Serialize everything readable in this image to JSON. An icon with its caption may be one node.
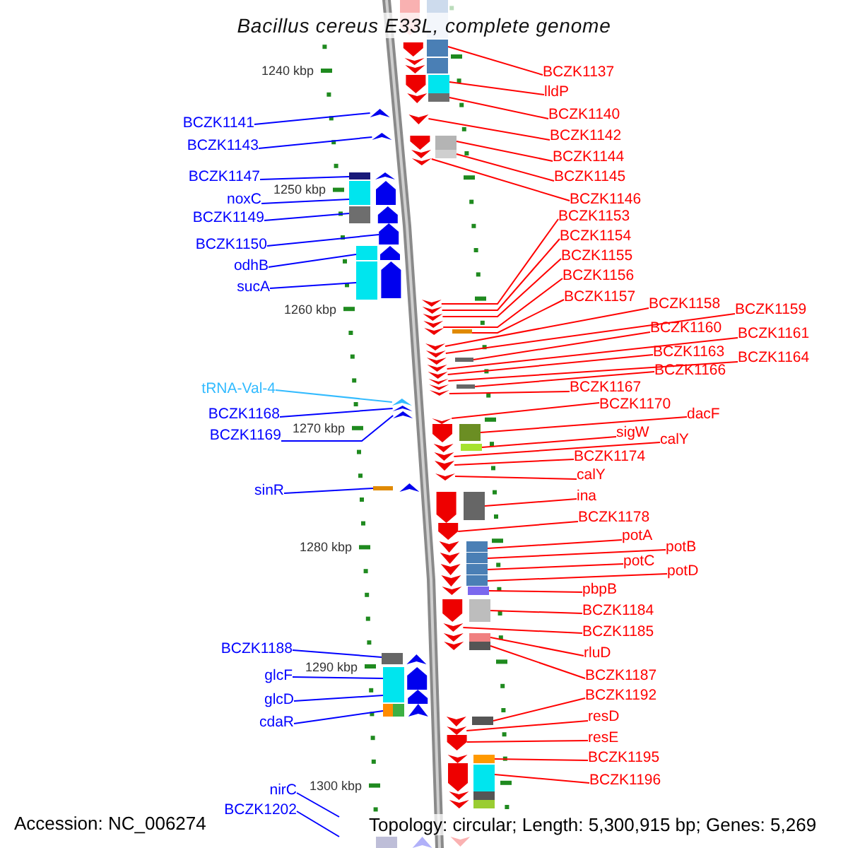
{
  "diagram": {
    "title": "Bacillus cereus E33L, complete genome",
    "nodes": [
      {
        "text": [
          "BCZK1137"
        ]
      },
      {
        "text": [
          "lldP"
        ]
      },
      {
        "text": [
          "BCZK1140"
        ]
      },
      {
        "text": [
          "BCZK1141"
        ]
      },
      {
        "text": [
          "BCZK1142"
        ]
      },
      {
        "text": [
          "BCZK1143"
        ]
      },
      {
        "text": [
          "BCZK1144"
        ]
      },
      {
        "text": [
          "BCZK1145"
        ]
      },
      {
        "text": [
          "BCZK1147"
        ]
      },
      {
        "text": [
          "noxC"
        ]
      },
      {
        "text": [
          "BCZK1146"
        ]
      },
      {
        "text": [
          "BCZK1153"
        ]
      },
      {
        "text": [
          "BCZK1149"
        ]
      },
      {
        "text": [
          "BCZK1154"
        ]
      },
      {
        "text": [
          "BCZK1150"
        ]
      },
      {
        "text": [
          "BCZK1155"
        ]
      },
      {
        "text": [
          "odhB"
        ]
      },
      {
        "text": [
          "BCZK1156"
        ]
      },
      {
        "text": [
          "sucA"
        ]
      },
      {
        "text": [
          "BCZK1157"
        ]
      },
      {
        "text": [
          "BCZK1158"
        ]
      },
      {
        "text": [
          "BCZK1159"
        ]
      },
      {
        "text": [
          "BCZK1160"
        ]
      },
      {
        "text": [
          "BCZK1161"
        ]
      },
      {
        "text": [
          "BCZK1163"
        ]
      },
      {
        "text": [
          "BCZK1164"
        ]
      },
      {
        "text": [
          "BCZK1166"
        ]
      },
      {
        "text": [
          "BCZK1167"
        ]
      },
      {
        "text": [
          "tRNA-Val-4"
        ]
      },
      {
        "text": [
          "BCZK1170"
        ]
      },
      {
        "text": [
          "BCZK1168"
        ]
      },
      {
        "text": [
          "dacF"
        ]
      },
      {
        "text": [
          "sigW"
        ]
      },
      {
        "text": [
          "BCZK1169"
        ]
      },
      {
        "text": [
          "calY"
        ]
      },
      {
        "text": [
          "BCZK1174"
        ]
      },
      {
        "text": [
          "calY"
        ]
      },
      {
        "text": [
          "sinR"
        ]
      },
      {
        "text": [
          "ina"
        ]
      },
      {
        "text": [
          "BCZK1178"
        ]
      },
      {
        "text": [
          "potA"
        ]
      },
      {
        "text": [
          "potB"
        ]
      },
      {
        "text": [
          "potC"
        ]
      },
      {
        "text": [
          "potD"
        ]
      },
      {
        "text": [
          "pbpB"
        ]
      },
      {
        "text": [
          "BCZK1184"
        ]
      },
      {
        "text": [
          "BCZK1185"
        ]
      },
      {
        "text": [
          "BCZK1188"
        ]
      },
      {
        "text": [
          "rluD"
        ]
      },
      {
        "text": [
          "glcF"
        ]
      },
      {
        "text": [
          "BCZK1187"
        ]
      },
      {
        "text": [
          "BCZK1192"
        ]
      },
      {
        "text": [
          "glcD"
        ]
      },
      {
        "text": [
          "resD"
        ]
      },
      {
        "text": [
          "cdaR"
        ]
      },
      {
        "text": [
          "resE"
        ]
      },
      {
        "text": [
          "BCZK1195"
        ]
      },
      {
        "text": [
          "BCZK1196"
        ]
      },
      {
        "text": [
          "nirC"
        ]
      },
      {
        "text": [
          "BCZK1202"
        ]
      },
      {
        "text": [],
        "shape": "arrow"
      },
      {
        "text": [],
        "shape": "arrow"
      },
      {
        "text": [],
        "shape": "arrow"
      },
      {
        "text": [],
        "shape": "arrow"
      },
      {
        "text": [],
        "shape": "arrow"
      },
      {
        "text": [],
        "shape": "arrow"
      },
      {
        "text": [],
        "shape": "arrow"
      },
      {
        "text": [],
        "shape": "arrow"
      },
      {
        "text": [],
        "shape": "arrow"
      },
      {
        "text": [],
        "shape": "arrow"
      },
      {
        "text": [],
        "shape": "arrow"
      },
      {
        "text": [],
        "shape": "arrow"
      },
      {
        "text": [],
        "shape": "arrow"
      },
      {
        "text": [],
        "shape": "arrow"
      },
      {
        "text": [],
        "shape": "arrow"
      },
      {
        "text": [],
        "shape": "arrow"
      },
      {
        "text": [],
        "shape": "arrow"
      },
      {
        "text": [],
        "shape": "arrow"
      },
      {
        "text": [],
        "shape": "arrow"
      },
      {
        "text": [],
        "shape": "arrow"
      },
      {
        "text": [],
        "shape": "arrow"
      },
      {
        "text": [],
        "shape": "arrow"
      },
      {
        "text": [],
        "shape": "arrow"
      },
      {
        "text": [],
        "shape": "arrow"
      },
      {
        "text": [],
        "shape": "arrow"
      },
      {
        "text": [],
        "shape": "arrow"
      },
      {
        "text": [],
        "shape": "arrow"
      },
      {
        "text": [],
        "shape": "arrow"
      },
      {
        "text": [],
        "shape": "arrow"
      },
      {
        "text": [],
        "shape": "arrow"
      },
      {
        "text": [],
        "shape": "arrow"
      },
      {
        "text": [],
        "shape": "arrow"
      },
      {
        "text": [],
        "shape": "arrow"
      },
      {
        "text": [],
        "shape": "arrow"
      },
      {
        "text": [],
        "shape": "arrow"
      },
      {
        "text": [],
        "shape": "arrow"
      },
      {
        "text": [],
        "shape": "arrow"
      },
      {
        "text": [],
        "shape": "arrow"
      },
      {
        "text": [],
        "shape": "arrow"
      },
      {
        "text": [],
        "shape": "arrow"
      },
      {
        "text": [],
        "shape": "arrow"
      },
      {
        "text": [],
        "shape": "arrow"
      },
      {
        "text": [],
        "shape": "arrow"
      },
      {
        "text": [],
        "shape": "arrow"
      },
      {
        "text": [],
        "shape": "arrow"
      },
      {
        "text": [],
        "shape": "arrow"
      },
      {
        "text": [],
        "shape": "arrow"
      },
      {
        "text": [],
        "shape": "arrow"
      },
      {
        "text": [],
        "shape": "arrow"
      },
      {
        "text": [],
        "shape": "arrow"
      },
      {
        "text": [],
        "shape": "arrow"
      },
      {
        "text": [],
        "shape": "arrow"
      },
      {
        "text": [],
        "shape": "arrow"
      },
      {
        "text": [],
        "shape": "arrow"
      },
      {
        "text": [],
        "shape": "arrow"
      },
      {
        "text": [],
        "shape": "arrow"
      },
      {
        "text": [],
        "shape": "arrow"
      },
      {
        "text": [],
        "shape": "arrow"
      },
      {
        "text": [],
        "shape": "arrow"
      },
      {
        "text": [],
        "shape": "arrow"
      },
      {
        "text": [],
        "shape": "arrow"
      },
      {
        "text": [],
        "shape": "arrow"
      },
      {
        "text": [],
        "shape": "arrow"
      },
      {
        "text": [],
        "shape": "arrow"
      },
      {
        "text": [],
        "shape": "arrow"
      },
      {
        "text": [],
        "shape": "bar"
      }
    ],
    "edges": [
      {
        "from": 0,
        "to": 61,
        "arrow": "none"
      },
      {
        "from": 1,
        "to": 64,
        "arrow": "none"
      },
      {
        "from": 2,
        "to": 65,
        "arrow": "none"
      },
      {
        "from": 3,
        "to": 66,
        "arrow": "none",
        "color": "#0000ff"
      },
      {
        "from": 4,
        "to": 67,
        "arrow": "none"
      },
      {
        "from": 5,
        "to": 68,
        "arrow": "none",
        "color": "#0000ff"
      },
      {
        "from": 6,
        "to": 69,
        "arrow": "none"
      },
      {
        "from": 7,
        "to": 70,
        "arrow": "none"
      },
      {
        "from": 8,
        "to": 72,
        "arrow": "none",
        "color": "#0000ff"
      },
      {
        "from": 9,
        "to": 73,
        "arrow": "none",
        "color": "#0000ff"
      },
      {
        "from": 10,
        "to": 71,
        "arrow": "none"
      },
      {
        "from": 11,
        "to": 78,
        "arrow": "none"
      },
      {
        "from": 12,
        "to": 74,
        "arrow": "none",
        "color": "#0000ff"
      },
      {
        "from": 13,
        "to": 79,
        "arrow": "none"
      },
      {
        "from": 14,
        "to": 75,
        "arrow": "none",
        "color": "#0000ff"
      },
      {
        "from": 15,
        "to": 80,
        "arrow": "none"
      },
      {
        "from": 16,
        "to": 76,
        "arrow": "none",
        "color": "#0000ff"
      },
      {
        "from": 17,
        "to": 81,
        "arrow": "none"
      },
      {
        "from": 18,
        "to": 77,
        "arrow": "none",
        "color": "#0000ff"
      },
      {
        "from": 19,
        "to": 82,
        "arrow": "none"
      },
      {
        "from": 20,
        "to": 83,
        "arrow": "none"
      },
      {
        "from": 21,
        "to": 84,
        "arrow": "none"
      },
      {
        "from": 22,
        "to": 85,
        "arrow": "none"
      },
      {
        "from": 23,
        "to": 86,
        "arrow": "none"
      },
      {
        "from": 24,
        "to": 87,
        "arrow": "none"
      },
      {
        "from": 25,
        "to": 88,
        "arrow": "none"
      },
      {
        "from": 26,
        "to": 89,
        "arrow": "none"
      },
      {
        "from": 27,
        "to": 90,
        "arrow": "none"
      },
      {
        "from": 28,
        "to": 91,
        "arrow": "none",
        "color": "#33bbff"
      },
      {
        "from": 29,
        "to": 94,
        "arrow": "none"
      },
      {
        "from": 30,
        "to": 92,
        "arrow": "none",
        "color": "#0000ff"
      },
      {
        "from": 31,
        "to": 95,
        "arrow": "none"
      },
      {
        "from": 32,
        "to": 96,
        "arrow": "none"
      },
      {
        "from": 33,
        "to": 93,
        "arrow": "none",
        "color": "#0000ff"
      },
      {
        "from": 34,
        "to": 97,
        "arrow": "none"
      },
      {
        "from": 35,
        "to": 98,
        "arrow": "none"
      },
      {
        "from": 36,
        "to": 99,
        "arrow": "none"
      },
      {
        "from": 37,
        "to": 100,
        "arrow": "none",
        "color": "#0000ff"
      },
      {
        "from": 38,
        "to": 101,
        "arrow": "none"
      },
      {
        "from": 39,
        "to": 102,
        "arrow": "none"
      },
      {
        "from": 40,
        "to": 103,
        "arrow": "none"
      },
      {
        "from": 41,
        "to": 104,
        "arrow": "none"
      },
      {
        "from": 42,
        "to": 105,
        "arrow": "none"
      },
      {
        "from": 43,
        "to": 106,
        "arrow": "none"
      },
      {
        "from": 44,
        "to": 107,
        "arrow": "none"
      },
      {
        "from": 45,
        "to": 108,
        "arrow": "none"
      },
      {
        "from": 46,
        "to": 109,
        "arrow": "none"
      },
      {
        "from": 47,
        "to": 112,
        "arrow": "none",
        "color": "#0000ff"
      },
      {
        "from": 48,
        "to": 110,
        "arrow": "none"
      },
      {
        "from": 49,
        "to": 113,
        "arrow": "none",
        "color": "#0000ff"
      },
      {
        "from": 50,
        "to": 111,
        "arrow": "none"
      },
      {
        "from": 51,
        "to": 116,
        "arrow": "none"
      },
      {
        "from": 52,
        "to": 114,
        "arrow": "none",
        "color": "#0000ff"
      },
      {
        "from": 53,
        "to": 117,
        "arrow": "none"
      },
      {
        "from": 54,
        "to": 115,
        "arrow": "none",
        "color": "#0000ff"
      },
      {
        "from": 55,
        "to": 118,
        "arrow": "none"
      },
      {
        "from": 56,
        "to": 119,
        "arrow": "none"
      },
      {
        "from": 57,
        "to": 120,
        "arrow": "none"
      },
      {
        "from": 58,
        "to": null,
        "arrow": "none",
        "color": "#0000ff"
      },
      {
        "from": 59,
        "to": null,
        "arrow": "none",
        "color": "#0000ff"
      }
    ],
    "labels": [
      "1240 kbp",
      "1250 kbp",
      "1260 kbp",
      "1270 kbp",
      "1280 kbp",
      "1290 kbp",
      "1300 kbp",
      "Accession: NC_006274",
      "Topology: circular; Length: 5,300,915 bp; Genes: 5,269"
    ]
  }
}
